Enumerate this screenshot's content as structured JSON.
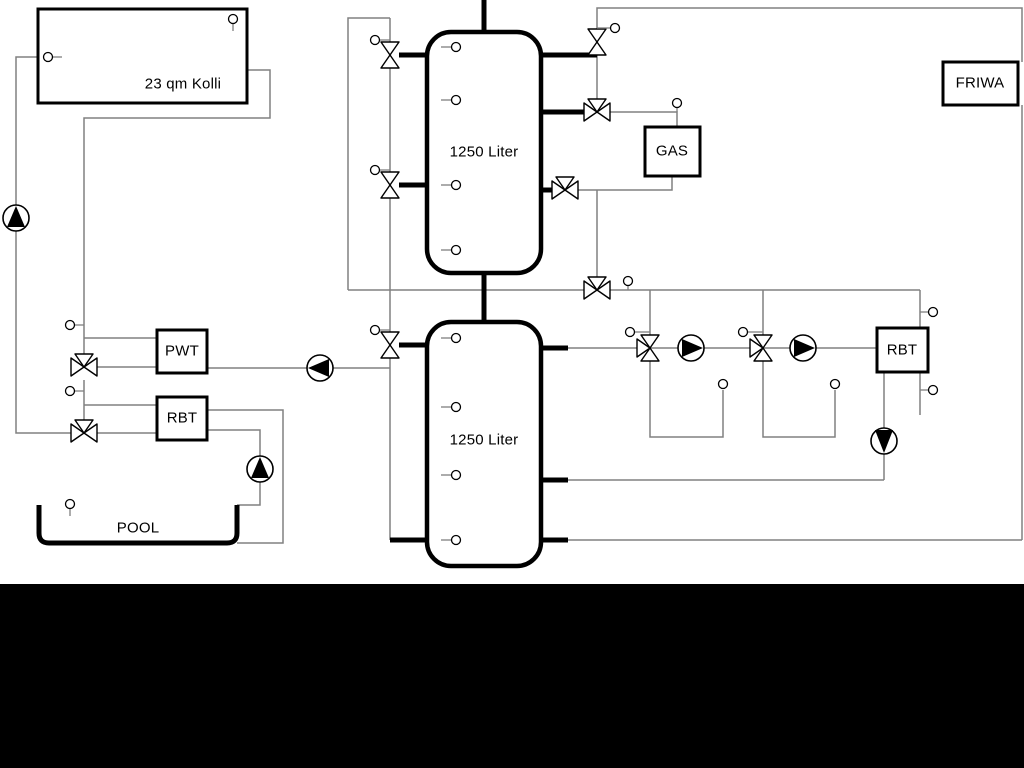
{
  "scene": {
    "type": "hydraulic-schematic",
    "background": "#ffffff",
    "letterbox_color": "#000000"
  },
  "colors": {
    "pipe_thin": "#808080",
    "pipe_thick": "#000000",
    "component_border": "#000000",
    "component_fill": "#ffffff"
  },
  "labels": {
    "collector": "23 qm Kolli",
    "pwt": "PWT",
    "rbt_left": "RBT",
    "pool": "POOL",
    "tank_top": "1250 Liter",
    "tank_bottom": "1250 Liter",
    "gas": "GAS",
    "rbt_right": "RBT",
    "friwa": "FRIWA"
  },
  "components": {
    "pumps": [
      "pump-solar-up",
      "pump-pwt-left",
      "pump-pool-up",
      "pump-hc1-right",
      "pump-hc2-right",
      "pump-rbt-down"
    ],
    "valves": [
      "valve-pwt-3way",
      "valve-rbt-3way",
      "valve-tank1-upper",
      "valve-tank1-lower",
      "valve-tank2-upper",
      "valve-dhw-top",
      "valve-gas-3way",
      "valve-gas-return-3way",
      "valve-mid-3way",
      "valve-hc1-3way",
      "valve-hc2-3way"
    ]
  }
}
